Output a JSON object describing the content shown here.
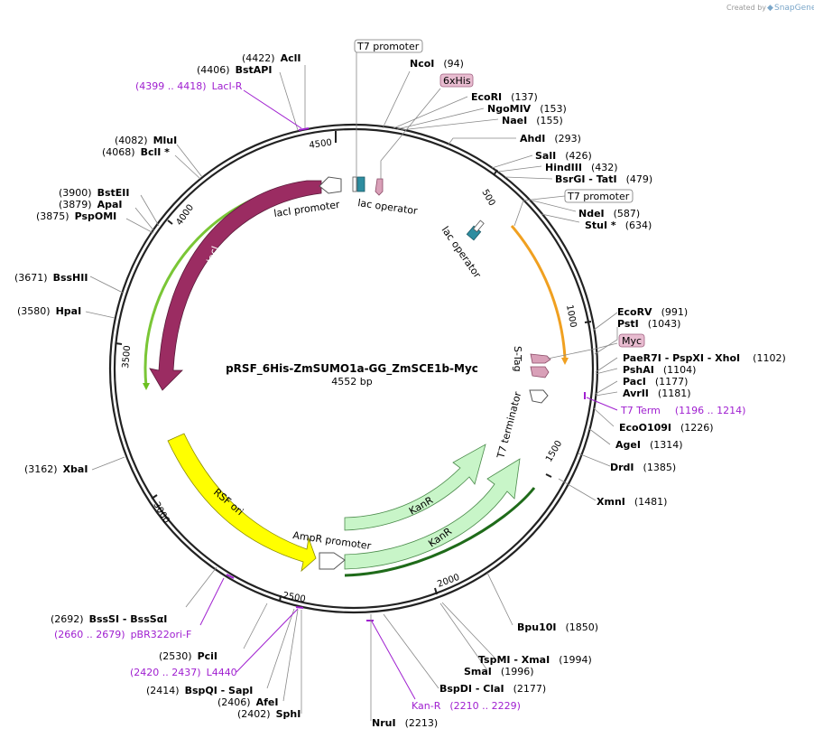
{
  "credit": {
    "prefix": "Created by",
    "brand": "SnapGene"
  },
  "plasmid": {
    "name": "pRSF_6His-ZmSUMO1a-GG_ZmSCE1b-Myc",
    "length_label": "4552 bp",
    "length": 4552
  },
  "ticks": [
    "500",
    "1000",
    "1500",
    "2000",
    "2500",
    "3000",
    "3500",
    "4000",
    "4500"
  ],
  "sites": [
    {
      "name": "AclI",
      "pos": "(4422)"
    },
    {
      "name": "BstAPI",
      "pos": "(4406)"
    },
    {
      "name": "MluI",
      "pos": "(4082)"
    },
    {
      "name": "BclI *",
      "pos": "(4068)"
    },
    {
      "name": "BstEII",
      "pos": "(3900)"
    },
    {
      "name": "ApaI",
      "pos": "(3879)"
    },
    {
      "name": "PspOMI",
      "pos": "(3875)"
    },
    {
      "name": "BssHII",
      "pos": "(3671)"
    },
    {
      "name": "HpaI",
      "pos": "(3580)"
    },
    {
      "name": "XbaI",
      "pos": "(3162)"
    },
    {
      "name": "BssSI - BssSαI",
      "pos": "(2692)"
    },
    {
      "name": "PciI",
      "pos": "(2530)"
    },
    {
      "name": "BspQI - SapI",
      "pos": "(2414)"
    },
    {
      "name": "AfeI",
      "pos": "(2406)"
    },
    {
      "name": "SphI",
      "pos": "(2402)"
    },
    {
      "name": "NruI",
      "pos": "(2213)"
    },
    {
      "name": "BspDI - ClaI",
      "pos": "(2177)"
    },
    {
      "name": "SmaI",
      "pos": "(1996)"
    },
    {
      "name": "TspMI - XmaI",
      "pos": "(1994)"
    },
    {
      "name": "Bpu10I",
      "pos": "(1850)"
    },
    {
      "name": "XmnI",
      "pos": "(1481)"
    },
    {
      "name": "DrdI",
      "pos": "(1385)"
    },
    {
      "name": "AgeI",
      "pos": "(1314)"
    },
    {
      "name": "EcoO109I",
      "pos": "(1226)"
    },
    {
      "name": "AvrII",
      "pos": "(1181)"
    },
    {
      "name": "PacI",
      "pos": "(1177)"
    },
    {
      "name": "PshAI",
      "pos": "(1104)"
    },
    {
      "name": "PaeR7I - PspXI - XhoI",
      "pos": "(1102)"
    },
    {
      "name": "PstI",
      "pos": "(1043)"
    },
    {
      "name": "EcoRV",
      "pos": "(991)"
    },
    {
      "name": "StuI *",
      "pos": "(634)"
    },
    {
      "name": "NdeI",
      "pos": "(587)"
    },
    {
      "name": "BsrGI - TatI",
      "pos": "(479)"
    },
    {
      "name": "HindIII",
      "pos": "(432)"
    },
    {
      "name": "SalI",
      "pos": "(426)"
    },
    {
      "name": "AhdI",
      "pos": "(293)"
    },
    {
      "name": "NaeI",
      "pos": "(155)"
    },
    {
      "name": "NgoMIV",
      "pos": "(153)"
    },
    {
      "name": "EcoRI",
      "pos": "(137)"
    },
    {
      "name": "NcoI",
      "pos": "(94)"
    }
  ],
  "primers": [
    {
      "range": "(4399 .. 4418)",
      "name": "LacI-R"
    },
    {
      "range": "(2660 .. 2679)",
      "name": "pBR322ori-F"
    },
    {
      "range": "(2420 .. 2437)",
      "name": "L4440"
    },
    {
      "range": "(2210 .. 2229)",
      "name": "Kan-R"
    },
    {
      "range": "(1196 .. 1214)",
      "name": "T7 Term"
    }
  ],
  "boxed_labels": [
    "T7 promoter",
    "6xHis",
    "T7 promoter",
    "Myc"
  ],
  "features": {
    "lacI": "lacI",
    "lacI_promoter": "lacI promoter",
    "lac_operator_1": "lac operator",
    "lac_operator_2": "lac operator",
    "s_tag": "S-Tag",
    "t7_terminator": "T7 terminator",
    "kanr_1": "KanR",
    "kanr_2": "KanR",
    "ampr_promoter": "AmpR promoter",
    "rsf_ori": "RSF ori"
  },
  "colors": {
    "lacI": "#9b2c62",
    "rsf_ori": "#ffff00",
    "kanr": "#c8f5c8",
    "orf_highlight_green": "#6cc020",
    "orf_highlight_orange": "#f0a020",
    "operator": "#2e8da0",
    "tag_pink": "#d9a0b8",
    "primer": "#a020d0"
  }
}
